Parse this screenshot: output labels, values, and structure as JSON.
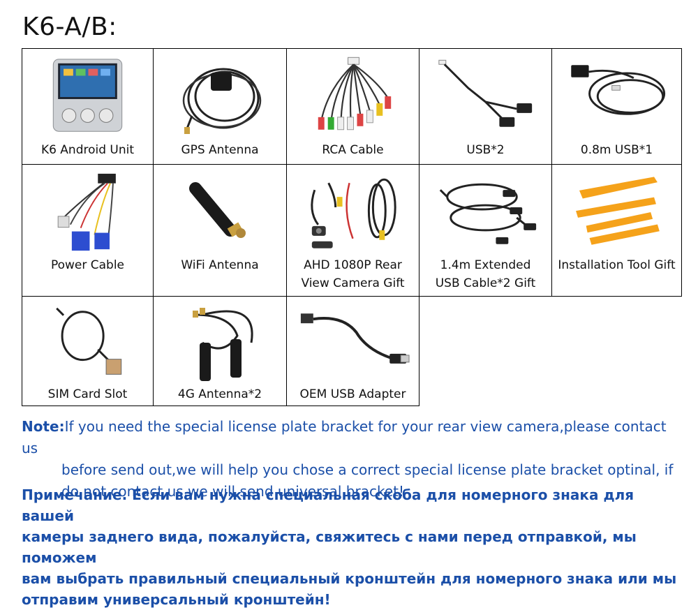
{
  "title": "K6-A/B:",
  "items": [
    {
      "label": "K6 Android Unit",
      "icon": "android-unit-icon"
    },
    {
      "label": "GPS Antenna",
      "icon": "gps-antenna-icon"
    },
    {
      "label": "RCA Cable",
      "icon": "rca-cable-icon"
    },
    {
      "label": "USB*2",
      "icon": "usb-cable-icon"
    },
    {
      "label": "0.8m USB*1",
      "icon": "usb-cable-icon"
    },
    {
      "label": "Power Cable",
      "icon": "power-cable-icon"
    },
    {
      "label": "WiFi Antenna",
      "icon": "wifi-antenna-icon"
    },
    {
      "label": "AHD 1080P Rear\nView Camera Gift",
      "icon": "rear-camera-icon"
    },
    {
      "label": "1.4m Extended\nUSB Cable*2 Gift",
      "icon": "usb-extension-icon"
    },
    {
      "label": "Installation Tool Gift",
      "icon": "pry-tool-icon"
    },
    {
      "label": "SIM Card Slot",
      "icon": "sim-slot-icon"
    },
    {
      "label": "4G Antenna*2",
      "icon": "4g-antenna-icon"
    },
    {
      "label": "OEM USB Adapter",
      "icon": "usb-adapter-icon"
    }
  ],
  "note": {
    "head": "Note:",
    "line1": "If you need the special license plate bracket for your rear view camera,please contact us",
    "line2": "before send out,we will help you chose a correct special license plate bracket optinal, if",
    "line3": "do not contact us,we will send universal bracket!"
  },
  "ru_note": {
    "line1": "Примечание. Если вам нужна специальная скоба для номерного знака для вашей",
    "line2": "камеры заднего вида, пожалуйста, свяжитесь с нами перед отправкой, мы поможем",
    "line3": "вам выбрать правильный специальный кронштейн для номерного знака или мы",
    "line4": "отправим универсальный кронштейн!"
  },
  "colors": {
    "note": "#1b4fa8",
    "border": "#000000",
    "tool": "#f5a21a"
  }
}
